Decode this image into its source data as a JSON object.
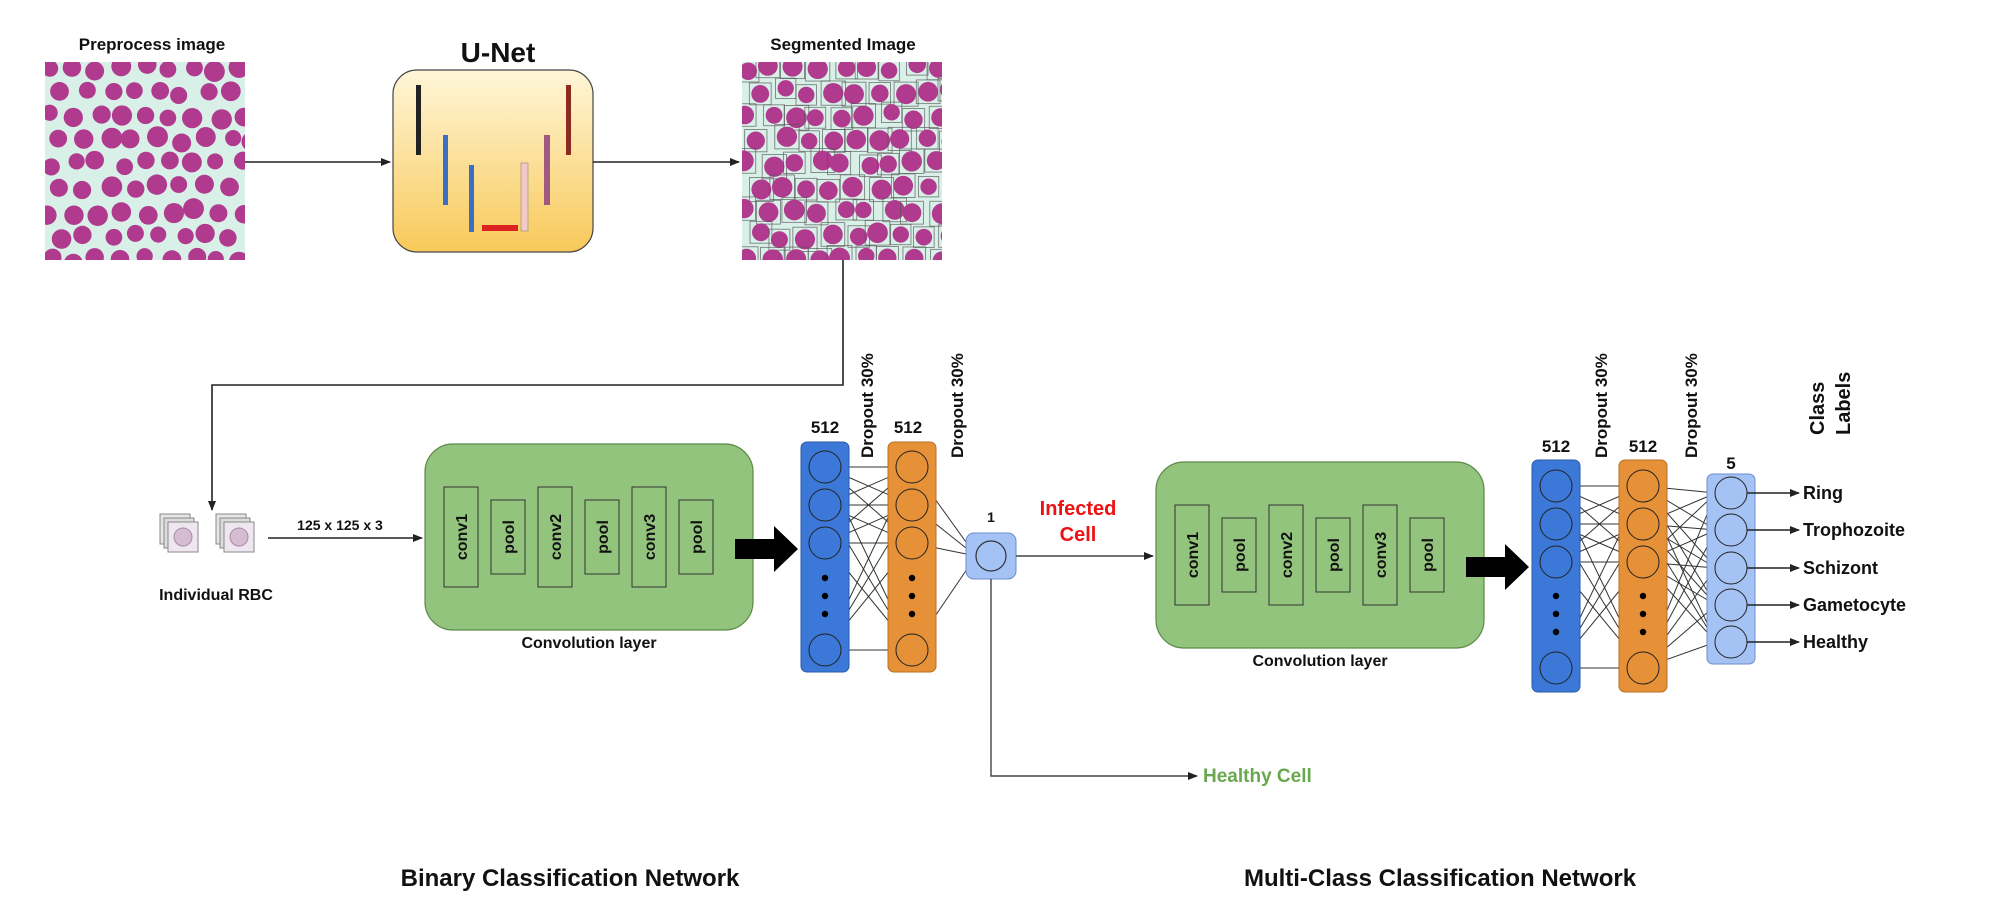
{
  "pipeline": {
    "preprocess_title": "Preprocess image",
    "unet_title": "U-Net",
    "segmented_title": "Segmented Image",
    "individual_rbc": "Individual RBC",
    "input_size": "125 x 125 x 3"
  },
  "binary": {
    "conv_layers": [
      "conv1",
      "pool",
      "conv2",
      "pool",
      "conv3",
      "pool"
    ],
    "conv_caption": "Convolution layer",
    "dense1_units": "512",
    "dense2_units": "512",
    "dropout1": "Dropout 30%",
    "dropout2": "Dropout 30%",
    "output_units": "1",
    "infected_label": "Infected Cell",
    "healthy_label": "Healthy Cell",
    "title": "Binary Classification Network"
  },
  "multi": {
    "conv_layers": [
      "conv1",
      "pool",
      "conv2",
      "pool",
      "conv3",
      "pool"
    ],
    "conv_caption": "Convolution layer",
    "dense1_units": "512",
    "dense2_units": "512",
    "dropout1": "Dropout 30%",
    "dropout2": "Dropout 30%",
    "output_units": "5",
    "class_labels_title": "Class Labels",
    "classes": [
      "Ring",
      "Trophozoite",
      "Schizont",
      "Gametocyte",
      "Healthy"
    ],
    "title": "Multi-Class Classification Network"
  },
  "colors": {
    "conv_block": "#93c47d",
    "dense_blue": "#3c78d8",
    "dense_orange": "#e69138",
    "output_node": "#a4c2f4",
    "infected": "#ee1111",
    "healthy": "#6aa84f",
    "unet_bg_top": "#fff6d8",
    "unet_bg_bottom": "#f8c95a",
    "smear_bg": "#d9f0e8",
    "cell": "#b03a8e"
  }
}
